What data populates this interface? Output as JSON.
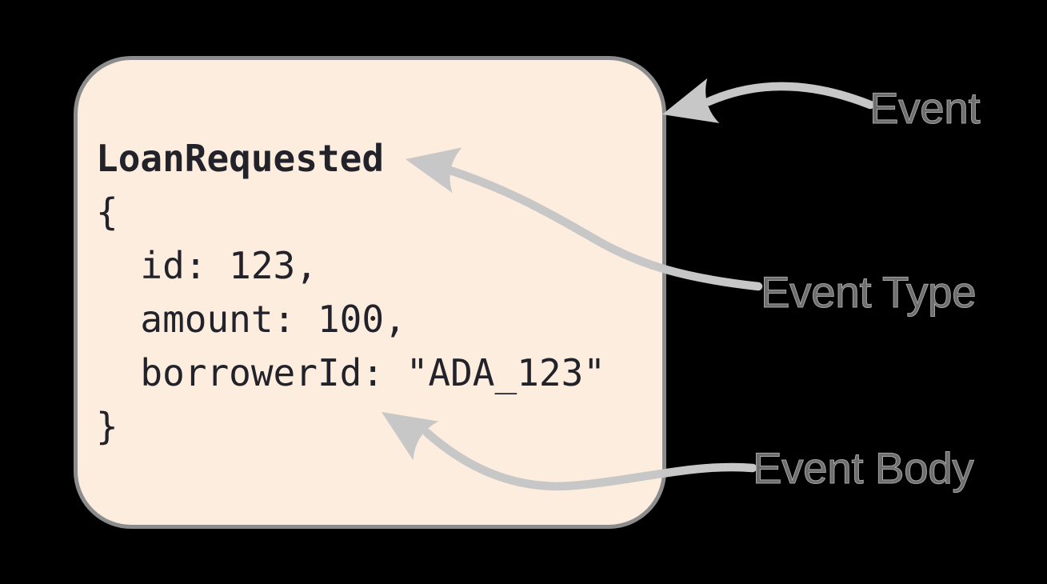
{
  "box": {
    "event_type": "LoanRequested",
    "body_lines": [
      "{",
      "  id: 123,",
      "  amount: 100,",
      "  borrowerId: \"ADA_123\"",
      "}"
    ]
  },
  "labels": {
    "event": "Event",
    "event_type": "Event Type",
    "event_body": "Event Body"
  },
  "colors": {
    "background": "#000000",
    "box_fill": "#fcedde",
    "box_border": "#8c8c8c",
    "code_text": "#22222a",
    "arrow": "#c7c7c7",
    "label_text": "#6e6e6e",
    "label_stroke": "#a5a5a5"
  }
}
